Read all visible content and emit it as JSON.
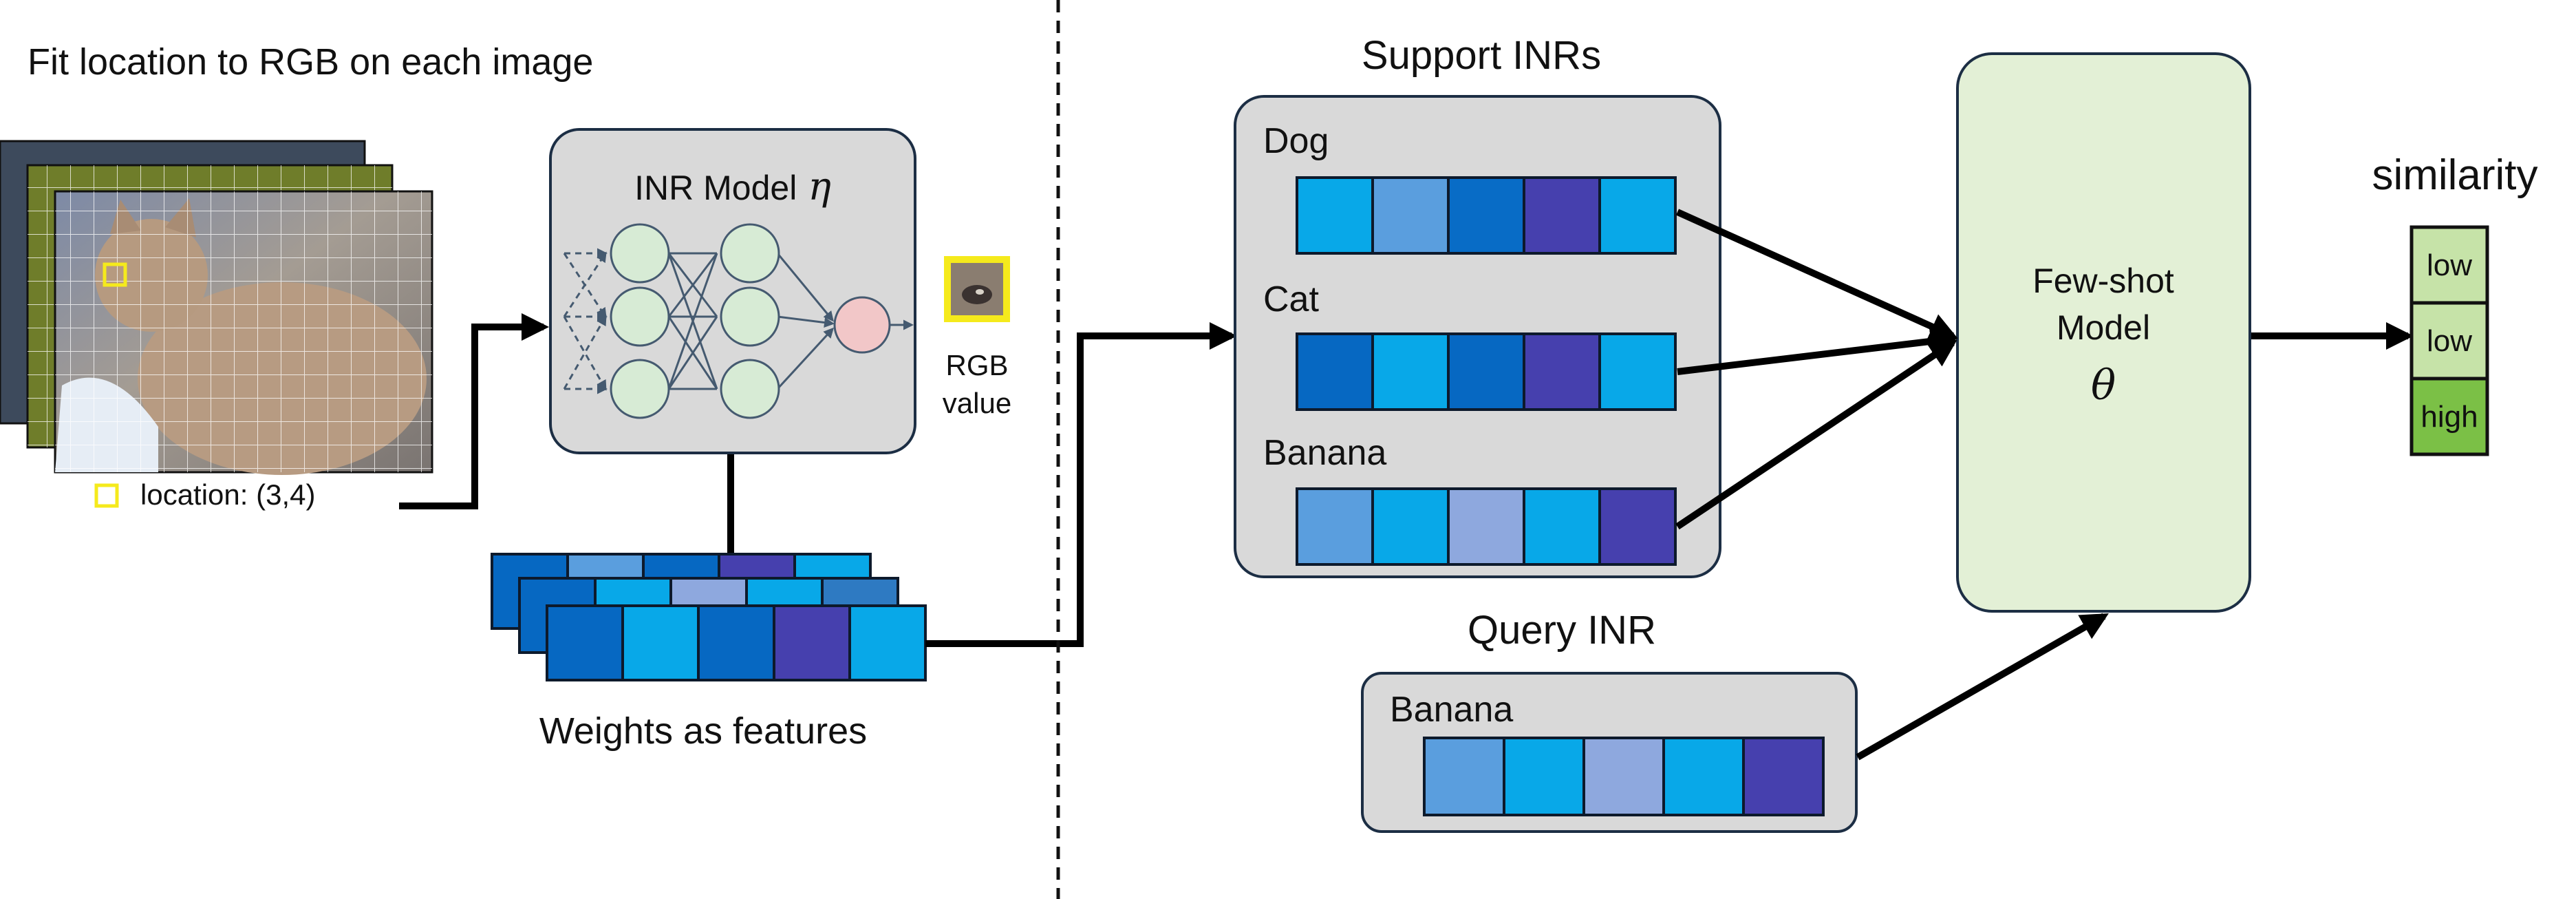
{
  "left_title": "Fit location to RGB on each image",
  "location_label": "location: (3,4)",
  "inr_model": {
    "label": "INR Model",
    "symbol": "η"
  },
  "rgb_label": [
    "RGB",
    "value"
  ],
  "weights_label": "Weights as features",
  "support": {
    "title": "Support INRs",
    "rows": [
      {
        "label": "Dog",
        "colors": [
          "#08a8e8",
          "#5a9ede",
          "#086cc6",
          "#4640ae",
          "#08a8e8"
        ]
      },
      {
        "label": "Cat",
        "colors": [
          "#0668c2",
          "#08a8e8",
          "#0668c2",
          "#4640ae",
          "#08a8e8"
        ]
      },
      {
        "label": "Banana",
        "colors": [
          "#5a9ede",
          "#08a8e8",
          "#8ea8de",
          "#08a8e8",
          "#4640ae"
        ]
      }
    ]
  },
  "query": {
    "title": "Query INR",
    "row": {
      "label": "Banana",
      "colors": [
        "#5a9ede",
        "#08a8e8",
        "#8ea8de",
        "#08a8e8",
        "#4640ae"
      ]
    }
  },
  "few_shot": {
    "lines": [
      "Few-shot",
      "Model"
    ],
    "symbol": "θ"
  },
  "similarity": {
    "title": "similarity",
    "items": [
      {
        "label": "low",
        "color": "#c6e3a8"
      },
      {
        "label": "low",
        "color": "#c6e3a8"
      },
      {
        "label": "high",
        "color": "#7bc046"
      }
    ]
  },
  "weight_stack_colors": [
    [
      "#0668c2",
      "#5a9ede",
      "#0668c2",
      "#4640ae",
      "#08a8e8"
    ],
    [
      "#0668c2",
      "#08a8e8",
      "#8ea8de",
      "#08a8e8",
      "#2e7ac2"
    ],
    [
      "#0668c2",
      "#08a8e8",
      "#0668c2",
      "#4640ae",
      "#08a8e8"
    ]
  ],
  "colors": {
    "panel_gray": "#d9d9d9",
    "panel_green": "#e3f0d6",
    "neuron_green": "#d7ebd5",
    "neuron_out": "#f2c7c8",
    "highlight_yellow": "#f5ea1c"
  }
}
